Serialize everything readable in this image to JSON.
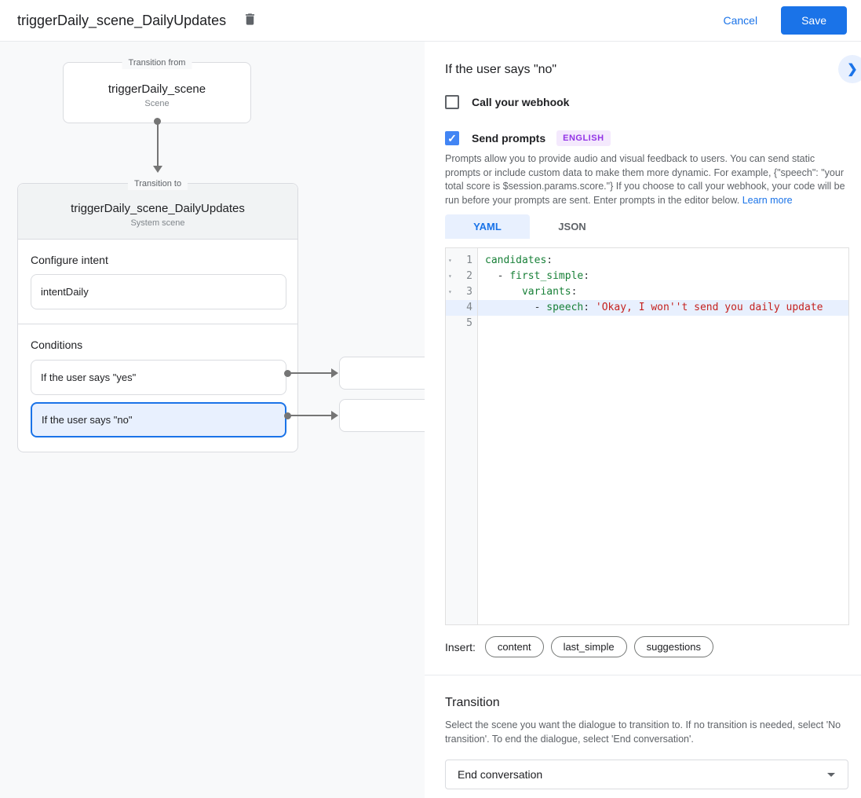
{
  "topbar": {
    "title": "triggerDaily_scene_DailyUpdates",
    "cancel_label": "Cancel",
    "save_label": "Save"
  },
  "canvas": {
    "from_box": {
      "legend": "Transition from",
      "title": "triggerDaily_scene",
      "subtitle": "Scene"
    },
    "to_card": {
      "legend": "Transition to",
      "title": "triggerDaily_scene_DailyUpdates",
      "subtitle": "System scene",
      "configure_intent_label": "Configure intent",
      "intent_value": "intentDaily",
      "conditions_label": "Conditions",
      "conditions": [
        {
          "label": "If the user says \"yes\"",
          "selected": false
        },
        {
          "label": "If the user says \"no\"",
          "selected": true
        }
      ]
    }
  },
  "panel": {
    "header": "If the user says \"no\"",
    "collapse_icon": "chevron-right",
    "webhook": {
      "label": "Call your webhook",
      "checked": false
    },
    "prompts": {
      "label": "Send prompts",
      "checked": true,
      "badge": "ENGLISH"
    },
    "description": "Prompts allow you to provide audio and visual feedback to users. You can send static prompts or include custom data to make them more dynamic. For example, {\"speech\": \"your total score is $session.params.score.\"} If you choose to call your webhook, your code will be run before your prompts are sent. Enter prompts in the editor below.",
    "learn_more": "Learn more",
    "tabs": [
      {
        "label": "YAML",
        "active": true
      },
      {
        "label": "JSON",
        "active": false
      }
    ],
    "editor": {
      "lines": [
        {
          "num": 1,
          "fold": true,
          "highlight": false,
          "segments": [
            {
              "t": "candidates",
              "c": "key"
            },
            {
              "t": ":",
              "c": "plain"
            }
          ]
        },
        {
          "num": 2,
          "fold": true,
          "highlight": false,
          "segments": [
            {
              "t": "  - ",
              "c": "plain"
            },
            {
              "t": "first_simple",
              "c": "key"
            },
            {
              "t": ":",
              "c": "plain"
            }
          ]
        },
        {
          "num": 3,
          "fold": true,
          "highlight": false,
          "segments": [
            {
              "t": "      ",
              "c": "plain"
            },
            {
              "t": "variants",
              "c": "key"
            },
            {
              "t": ":",
              "c": "plain"
            }
          ]
        },
        {
          "num": 4,
          "fold": false,
          "highlight": true,
          "segments": [
            {
              "t": "        - ",
              "c": "plain"
            },
            {
              "t": "speech",
              "c": "key"
            },
            {
              "t": ": ",
              "c": "plain"
            },
            {
              "t": "'Okay, I won''t send you daily update",
              "c": "string"
            }
          ]
        },
        {
          "num": 5,
          "fold": false,
          "highlight": false,
          "segments": []
        }
      ]
    },
    "insert": {
      "label": "Insert:",
      "chips": [
        "content",
        "last_simple",
        "suggestions"
      ]
    },
    "transition": {
      "heading": "Transition",
      "description": "Select the scene you want the dialogue to transition to. If no transition is needed, select 'No transition'. To end the dialogue, select 'End conversation'.",
      "dropdown_value": "End conversation"
    }
  },
  "colors": {
    "accent_blue": "#1a73e8",
    "selection_bg": "#e8f0fe",
    "code_key_green": "#188038",
    "code_string_red": "#c5221f",
    "badge_purple": "#9334e6"
  }
}
